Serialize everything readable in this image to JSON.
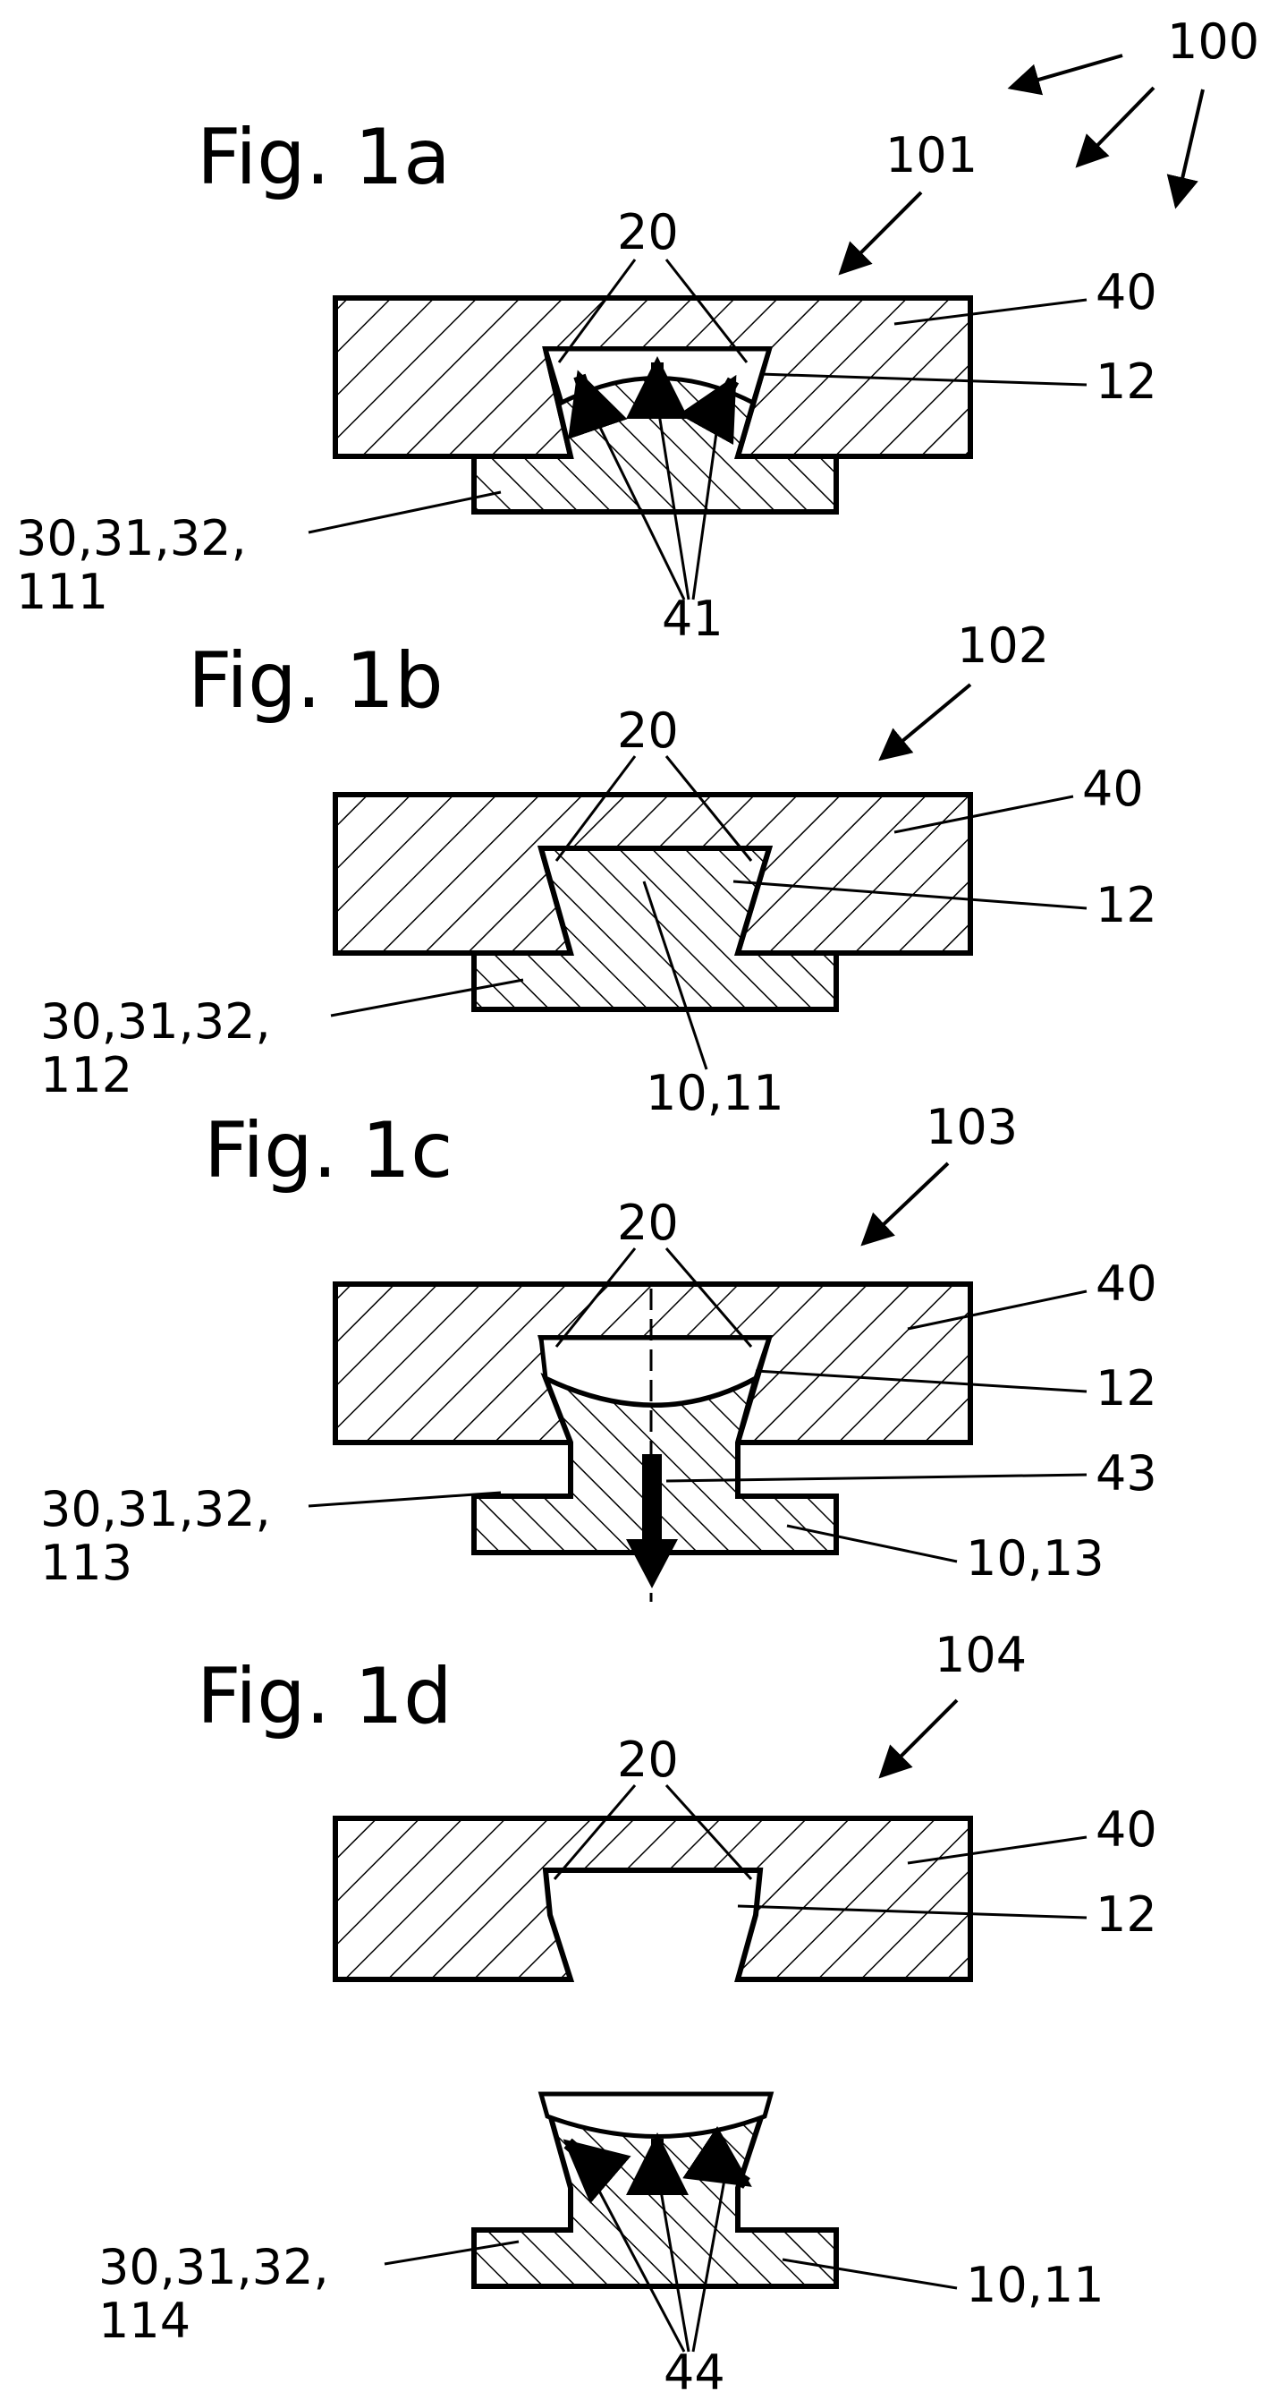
{
  "system_label": "100",
  "figures": [
    {
      "title": "Fig.  1a",
      "view_ref": "101",
      "labels": {
        "weld": "20",
        "base": "40",
        "hole": "12",
        "part": "30,31,32,",
        "part2": "111",
        "arrows": "41"
      }
    },
    {
      "title": "Fig.  1b",
      "view_ref": "102",
      "labels": {
        "weld": "20",
        "base": "40",
        "hole": "12",
        "part": "30,31,32,",
        "part2": "112",
        "plug": "10,11"
      }
    },
    {
      "title": "Fig.  1c",
      "view_ref": "103",
      "labels": {
        "weld": "20",
        "base": "40",
        "hole": "12",
        "part": "30,31,32,",
        "part2": "113",
        "force": "43",
        "plug": "10,13"
      }
    },
    {
      "title": "Fig.  1d",
      "view_ref": "104",
      "labels": {
        "weld": "20",
        "base": "40",
        "hole": "12",
        "part": "30,31,32,",
        "part2": "114",
        "arrows": "44",
        "plug": "10,11"
      }
    }
  ]
}
